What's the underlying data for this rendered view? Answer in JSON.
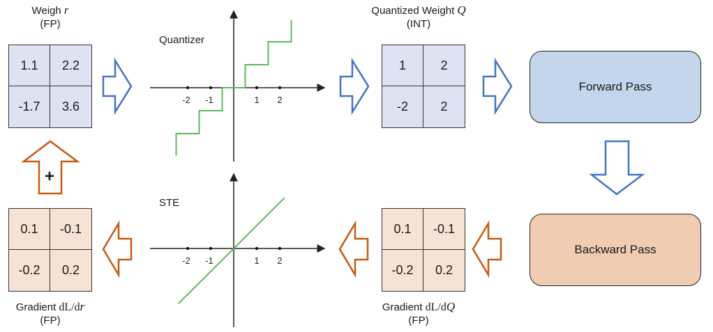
{
  "weight_fp": {
    "title_prefix": "Weigh ",
    "title_var": "r",
    "subtitle": "(FP)",
    "values": [
      [
        "1.1",
        "2.2"
      ],
      [
        "-1.7",
        "3.6"
      ]
    ]
  },
  "quantizer_plot": {
    "label": "Quantizer",
    "tick_labels": [
      "-2",
      "-1",
      "1",
      "2"
    ],
    "function": "round",
    "step_edges_x": [
      -2.5,
      -1.5,
      -0.5,
      0.5,
      1.5,
      2.5
    ],
    "levels": [
      -2,
      -1,
      0,
      1,
      2
    ]
  },
  "weight_int": {
    "title_prefix": "Quantized Weight ",
    "title_var": "Q",
    "subtitle": "(INT)",
    "values": [
      [
        "1",
        "2"
      ],
      [
        "-2",
        "2"
      ]
    ]
  },
  "forward_pass": {
    "label": "Forward Pass"
  },
  "backward_pass": {
    "label": "Backward Pass"
  },
  "ste_plot": {
    "label": "STE",
    "tick_labels": [
      "-2",
      "-1",
      "1",
      "2"
    ],
    "function": "identity",
    "x_range": [
      -2.4,
      2.2
    ]
  },
  "grad_q": {
    "title_prefix": "Gradient ",
    "title_math": "dL/d",
    "title_var": "Q",
    "subtitle": "(FP)",
    "values": [
      [
        "0.1",
        "-0.1"
      ],
      [
        "-0.2",
        "0.2"
      ]
    ]
  },
  "grad_r": {
    "title_prefix": "Gradient ",
    "title_math": "dL/d",
    "title_var": "r",
    "subtitle": "(FP)",
    "values": [
      [
        "0.1",
        "-0.1"
      ],
      [
        "-0.2",
        "0.2"
      ]
    ]
  },
  "update_symbol": "+",
  "colors": {
    "forward_arrow": "#4472c4",
    "backward_arrow": "#c55a11",
    "plot_line": "#5cb85c",
    "fp_fill": "#dde3f2",
    "grad_fill": "#f7e3d6",
    "forward_box": "#c3d6ec",
    "backward_box": "#f0ccb2"
  }
}
